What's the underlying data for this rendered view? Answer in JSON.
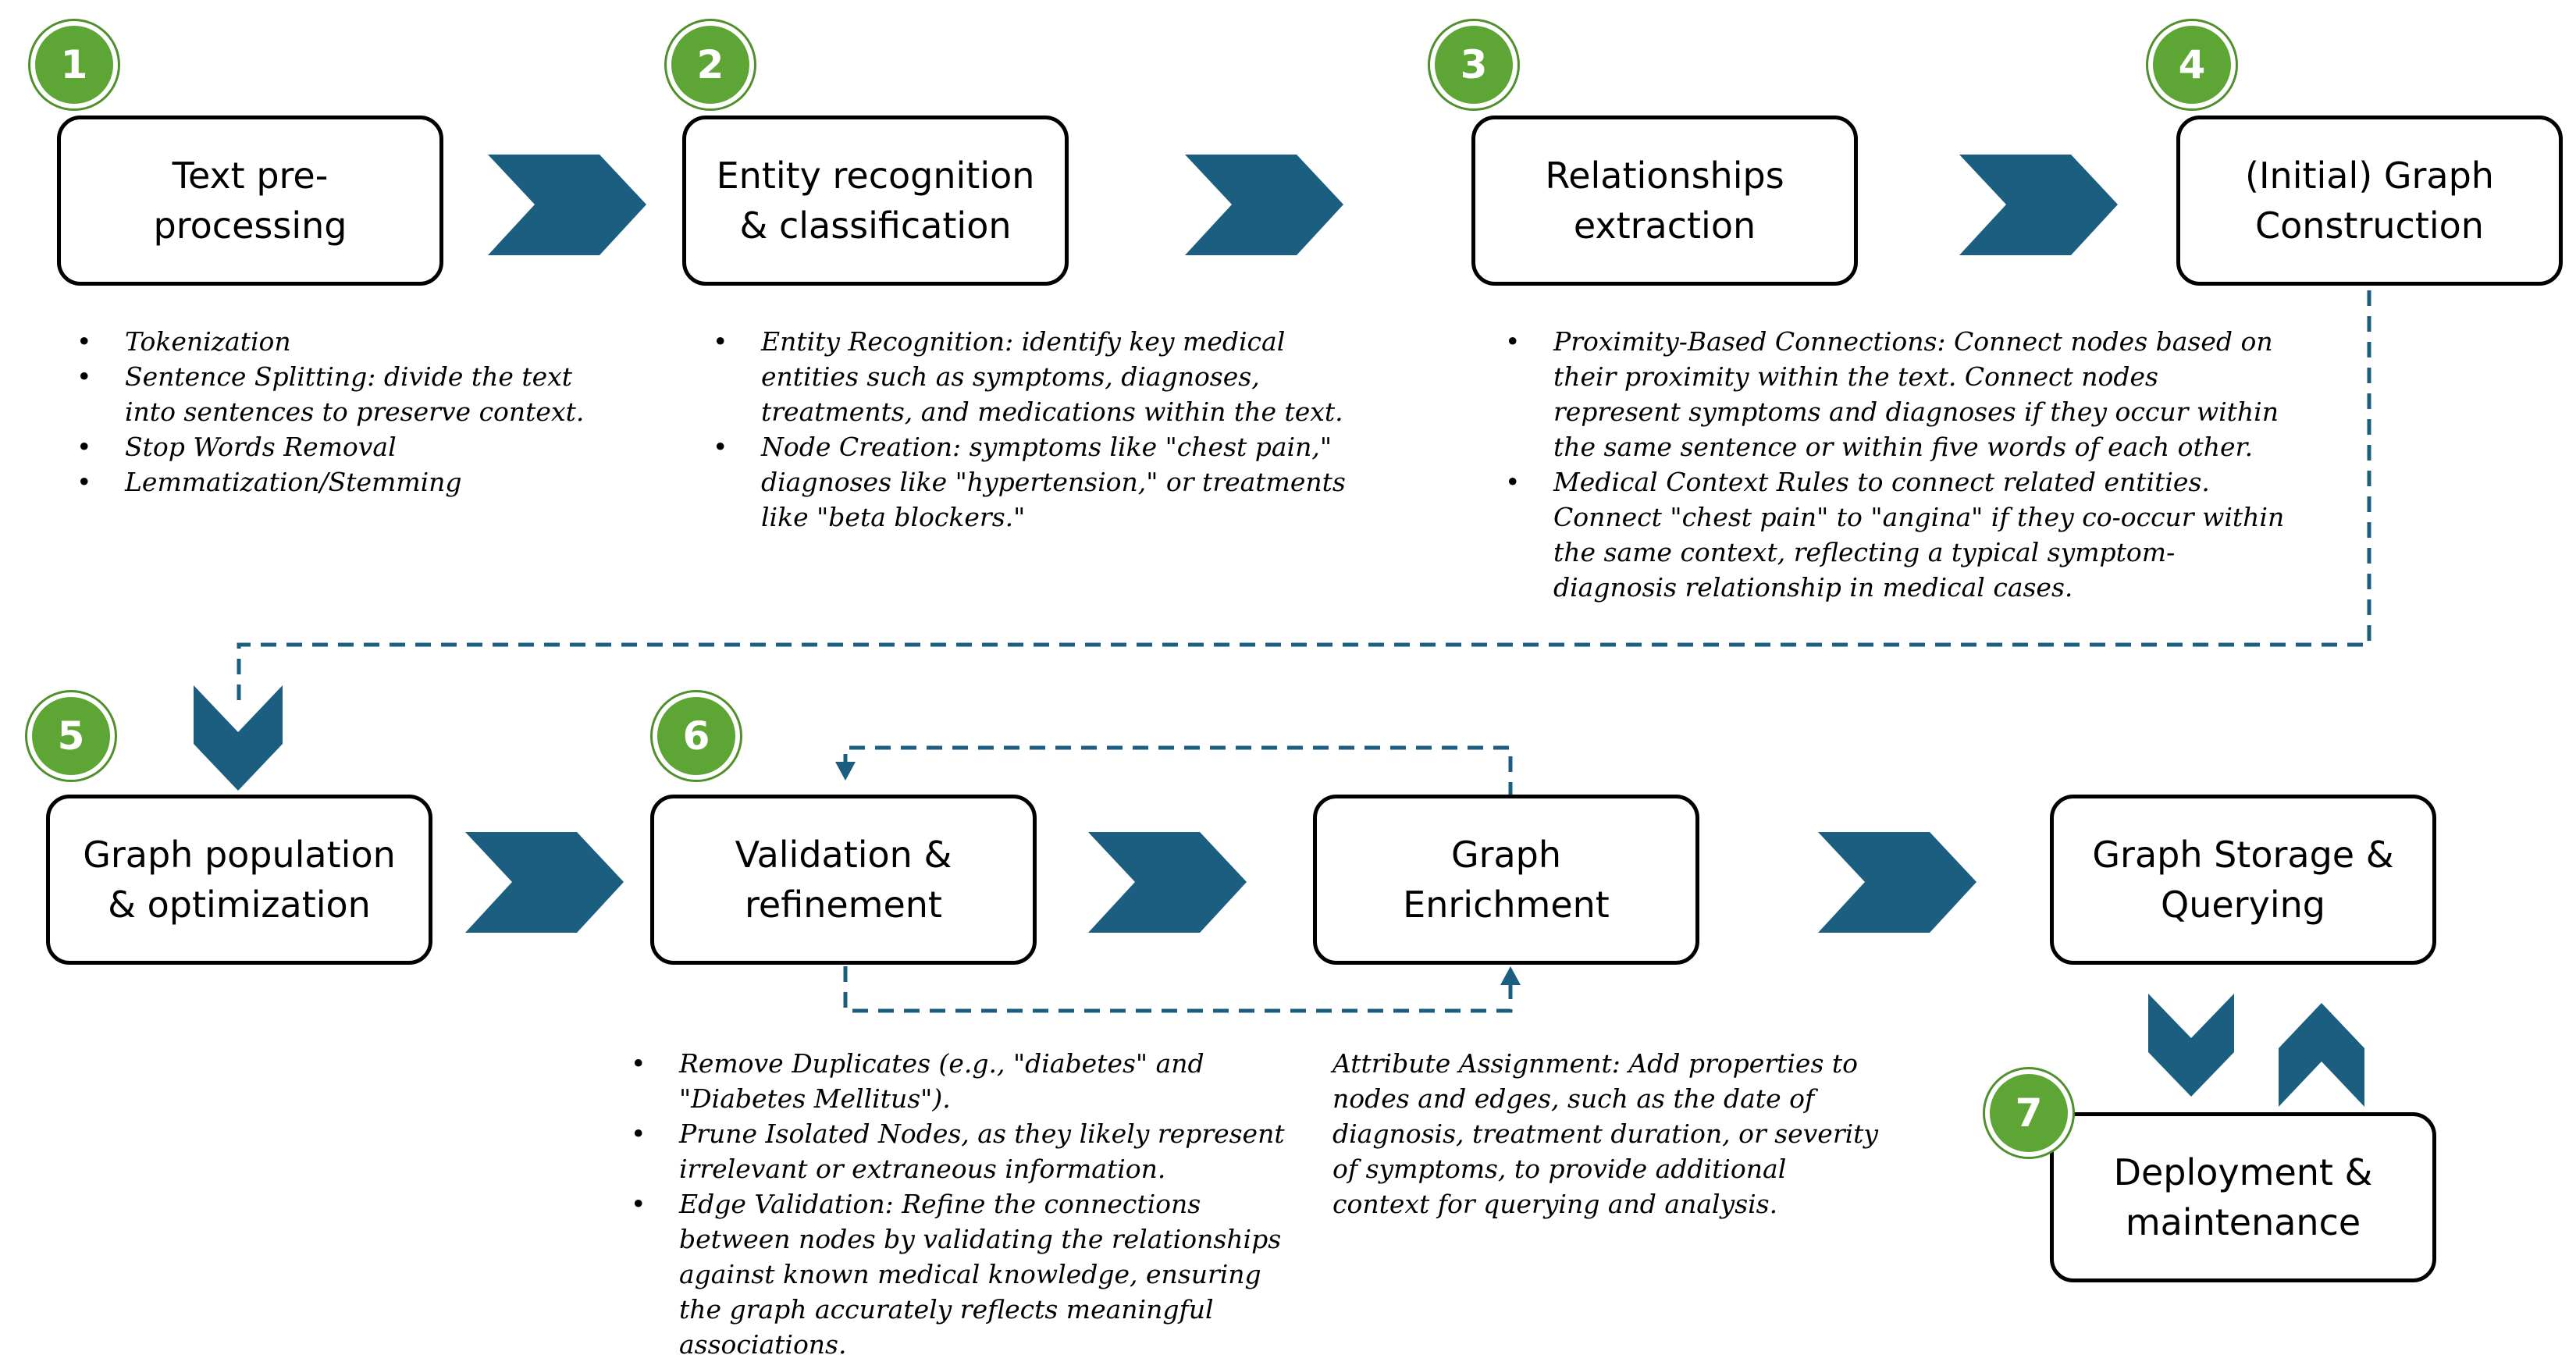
{
  "colors": {
    "chevron": "#1b5e80",
    "badge": "#5da535",
    "dashed_line": "#1b5e80",
    "box_border": "#000000"
  },
  "stages": {
    "text_preprocessing": {
      "label": "Text pre-\nprocessing"
    },
    "entity_recognition": {
      "label": "Entity recognition\n& classification"
    },
    "relationships": {
      "label": "Relationships\nextraction"
    },
    "graph_construction": {
      "label": "(Initial) Graph\nConstruction"
    },
    "graph_population": {
      "label": "Graph population\n& optimization"
    },
    "validation": {
      "label": "Validation &\nrefinement"
    },
    "enrichment": {
      "label": "Graph\nEnrichment"
    },
    "storage": {
      "label": "Graph Storage &\nQuerying"
    },
    "deployment": {
      "label": "Deployment &\nmaintenance"
    }
  },
  "badges": [
    "1",
    "2",
    "3",
    "4",
    "5",
    "6",
    "7"
  ],
  "notes": {
    "preprocessing": [
      "Tokenization",
      "Sentence Splitting: divide the text into sentences to preserve context.",
      "Stop Words Removal",
      "Lemmatization/Stemming"
    ],
    "entity": [
      "Entity Recognition: identify key medical entities such as symptoms, diagnoses, treatments, and medications within the text.",
      "Node Creation: symptoms like \"chest pain,\" diagnoses like \"hypertension,\" or treatments like \"beta blockers.\""
    ],
    "relationships": [
      "Proximity-Based Connections: Connect nodes based on their proximity within the text. Connect nodes represent symptoms and diagnoses if they occur within the same sentence or within five words of each other.",
      "Medical Context Rules to connect related entities. Connect \"chest pain\" to \"angina\" if they co-occur within the same context, reflecting a typical symptom-diagnosis relationship in medical cases."
    ],
    "validation": [
      "Remove Duplicates (e.g., \"diabetes\" and \"Diabetes Mellitus\").",
      "Prune Isolated Nodes, as they likely represent irrelevant or extraneous information.",
      "Edge Validation: Refine the connections between nodes by validating the relationships against known medical knowledge, ensuring the graph accurately reflects meaningful associations."
    ],
    "enrichment": "Attribute Assignment: Add properties to nodes and edges, such as the date of diagnosis, treatment duration, or severity of symptoms, to provide additional context for querying and analysis."
  }
}
